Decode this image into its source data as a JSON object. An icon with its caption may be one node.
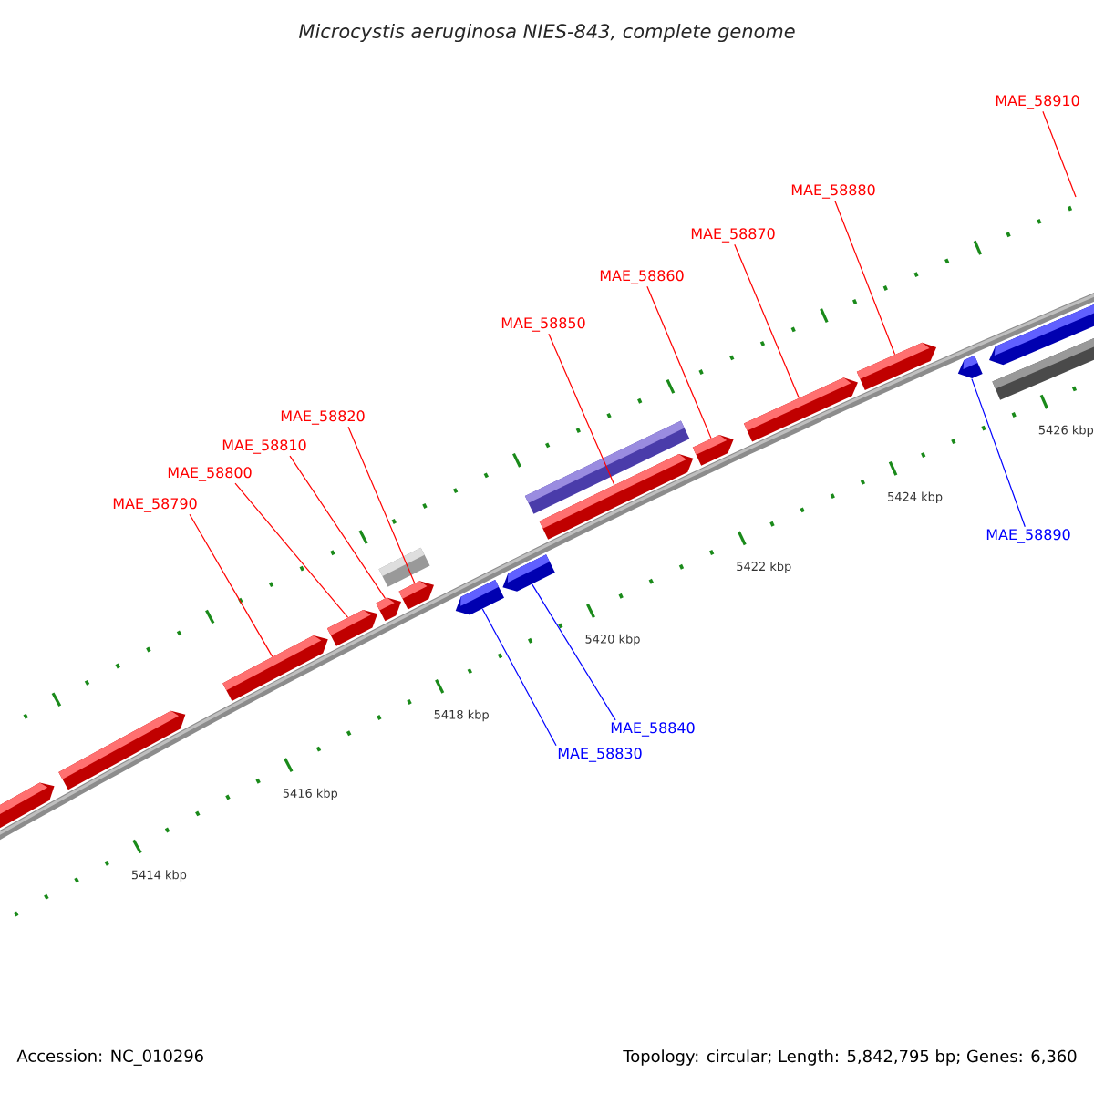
{
  "diagram": {
    "title": "Microcystis aeruginosa NIES-843, complete genome",
    "nodes": [
      {
        "text": [
          "MAE_58910"
        ]
      },
      {
        "text": [
          "MAE_58880"
        ]
      },
      {
        "text": [
          "MAE_58870"
        ]
      },
      {
        "text": [
          "MAE_58860"
        ]
      },
      {
        "text": [
          "MAE_58850"
        ]
      },
      {
        "text": [
          "MAE_58820"
        ]
      },
      {
        "text": [
          "MAE_58810"
        ]
      },
      {
        "text": [
          "MAE_58800"
        ]
      },
      {
        "text": [
          "MAE_58790"
        ]
      },
      {
        "text": [
          "MAE_58890"
        ]
      },
      {
        "text": [
          "MAE_58840"
        ]
      },
      {
        "text": [
          "MAE_58830"
        ]
      },
      {
        "text": [],
        "shape": "arrow"
      },
      {
        "text": [],
        "shape": "arrow"
      },
      {
        "text": [],
        "shape": "arrow"
      },
      {
        "text": [],
        "shape": "arrow"
      },
      {
        "text": [],
        "shape": "arrow"
      },
      {
        "text": [],
        "shape": "bar"
      },
      {
        "text": [],
        "shape": "arrow"
      },
      {
        "text": [],
        "shape": "arrow"
      },
      {
        "text": [],
        "shape": "arrow"
      },
      {
        "text": [],
        "shape": "bar"
      },
      {
        "text": [],
        "shape": "arrow"
      },
      {
        "text": [],
        "shape": "arrow"
      },
      {
        "text": [],
        "shape": "arrow"
      },
      {
        "text": [],
        "shape": "arrow"
      },
      {
        "text": [],
        "shape": "arrow"
      },
      {
        "text": [],
        "shape": "arrow"
      },
      {
        "text": [],
        "shape": "bar"
      }
    ],
    "edges": [
      {
        "from": 0,
        "to": null,
        "arrow": "none"
      },
      {
        "from": 1,
        "to": 25,
        "arrow": "none"
      },
      {
        "from": 2,
        "to": 24,
        "arrow": "none"
      },
      {
        "from": 3,
        "to": 23,
        "arrow": "none"
      },
      {
        "from": 4,
        "to": 22,
        "arrow": "none"
      },
      {
        "from": 5,
        "to": 18,
        "arrow": "none"
      },
      {
        "from": 6,
        "to": 16,
        "arrow": "none"
      },
      {
        "from": 7,
        "to": 15,
        "arrow": "none"
      },
      {
        "from": 8,
        "to": 14,
        "arrow": "none"
      },
      {
        "from": 9,
        "to": 26,
        "arrow": "none",
        "color": "#0000ff"
      },
      {
        "from": 10,
        "to": 20,
        "arrow": "none",
        "color": "#0000ff"
      },
      {
        "from": 11,
        "to": 19,
        "arrow": "none",
        "color": "#0000ff"
      }
    ],
    "labels": [
      "5426 kbp",
      "5424 kbp",
      "5422 kbp",
      "5420 kbp",
      "5418 kbp",
      "5416 kbp",
      "5414 kbp",
      "Accession: NC_010296",
      "Topology: circular; Length: 5,842,795 bp; Genes: 6,360"
    ]
  }
}
